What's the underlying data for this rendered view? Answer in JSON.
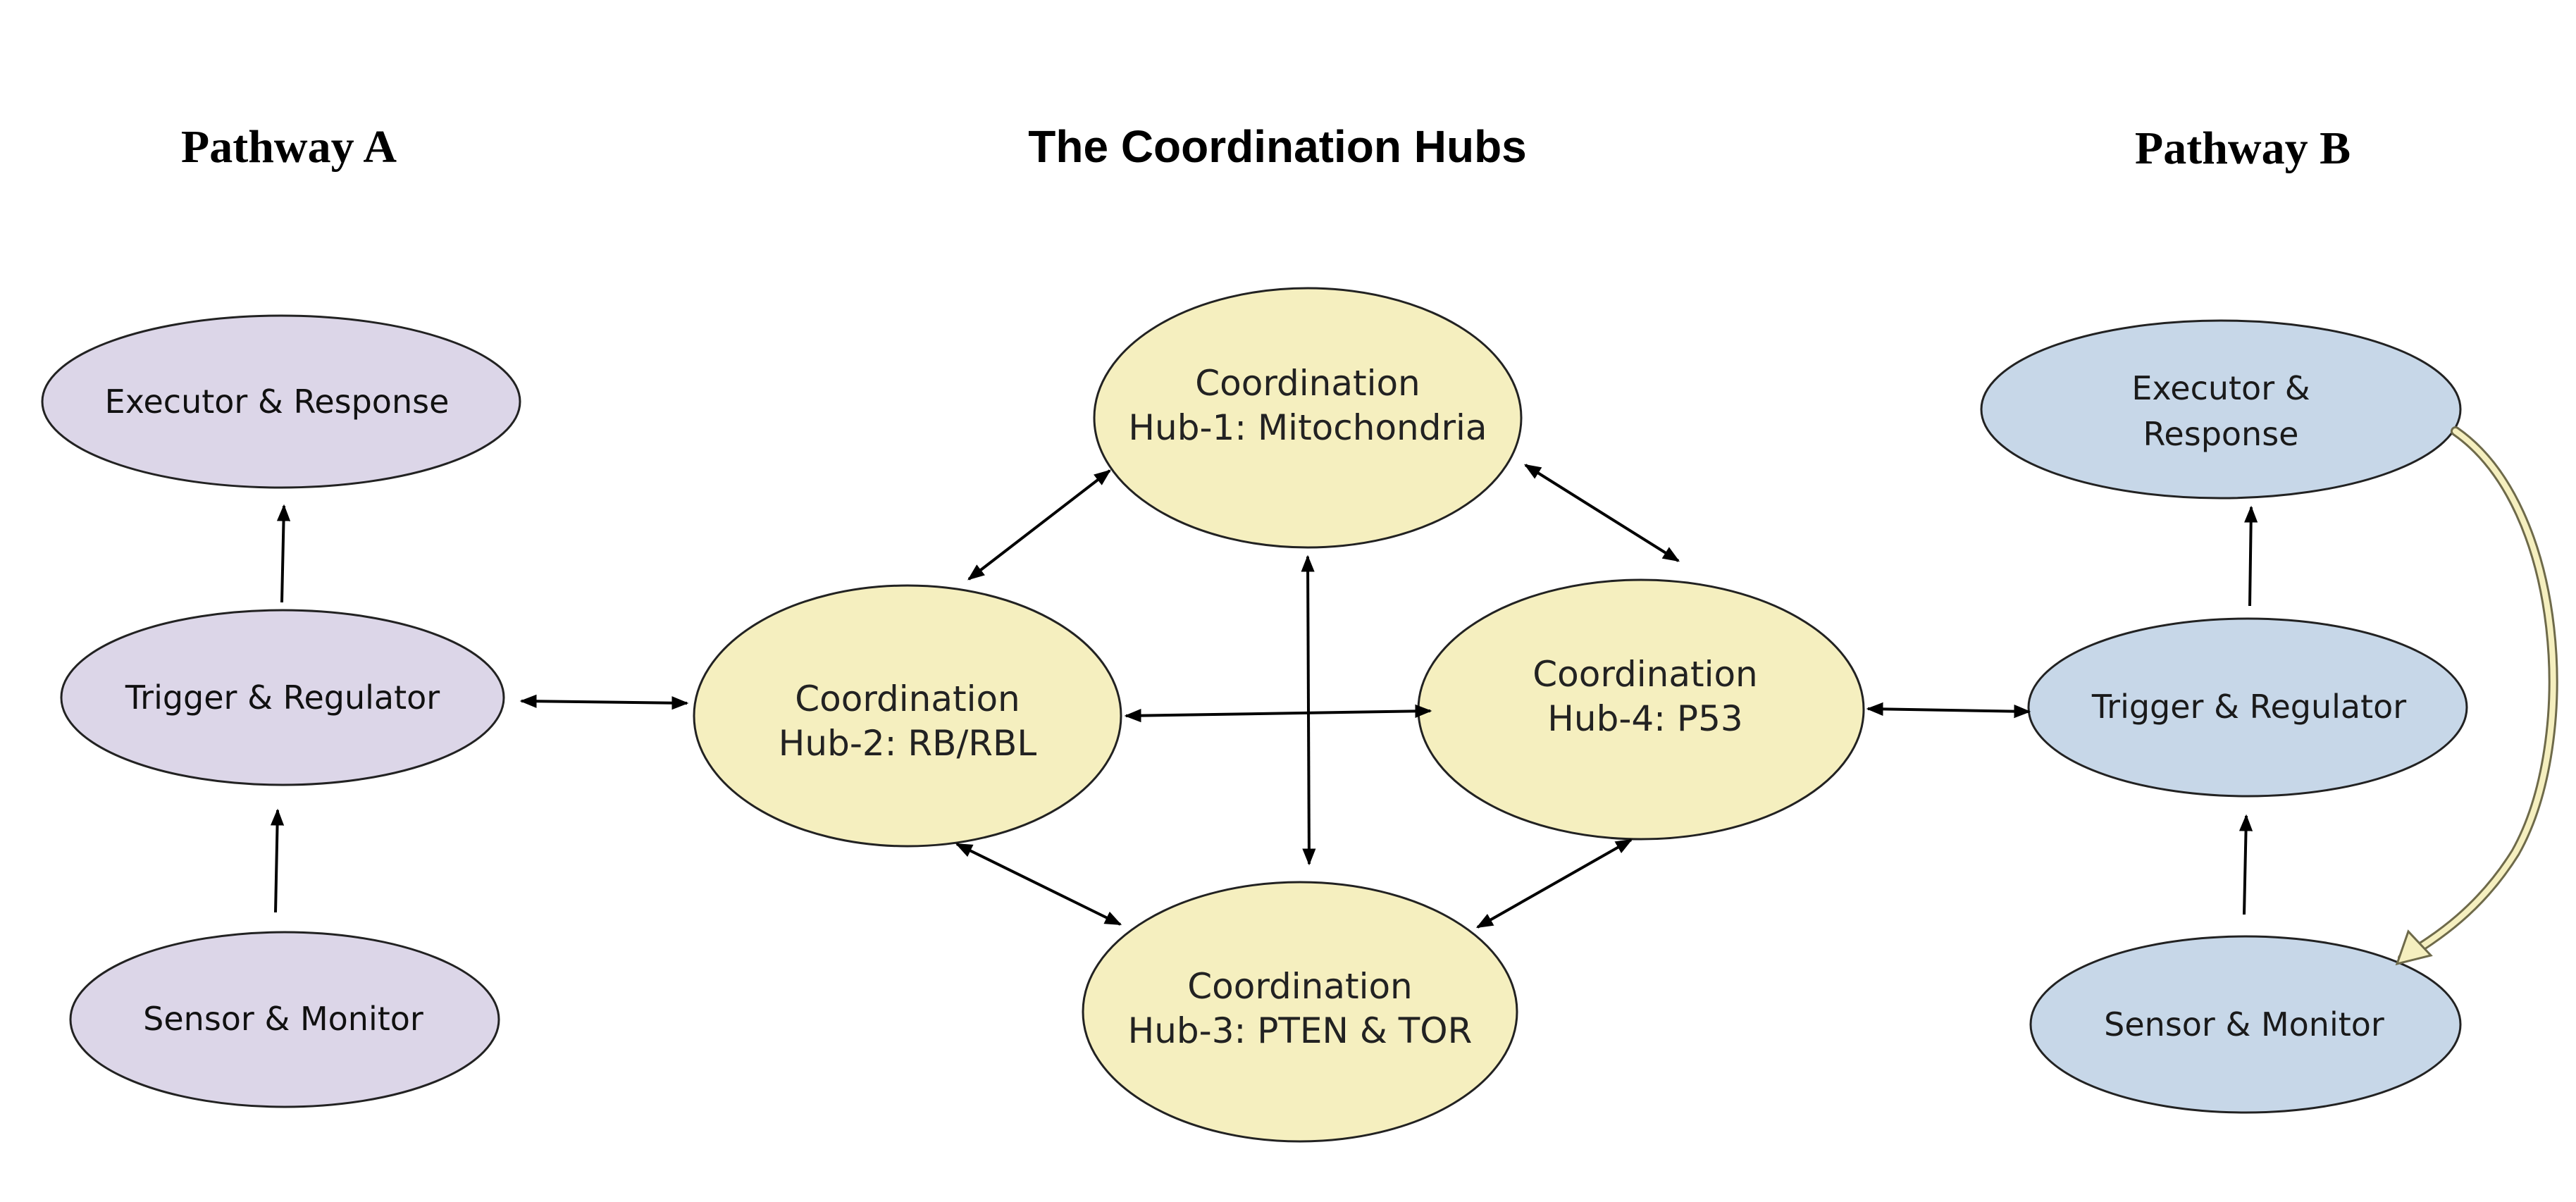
{
  "headings": {
    "pathway_a": "Pathway A",
    "hubs": "The Coordination Hubs",
    "pathway_b": "Pathway B"
  },
  "colors": {
    "pathway_a_fill": "#dcd6e8",
    "hub_fill": "#f5efbf",
    "pathway_b_fill": "#c7d7e8",
    "feedback_arrow": "#f5efbf"
  },
  "pathway_a": {
    "executor": "Executor & Response",
    "trigger": "Trigger & Regulator",
    "sensor": "Sensor & Monitor"
  },
  "hubs": {
    "hub1": {
      "line1": "Coordination",
      "line2": "Hub-1: Mitochondria"
    },
    "hub2": {
      "line1": "Coordination",
      "line2": "Hub-2: RB/RBL"
    },
    "hub3": {
      "line1": "Coordination",
      "line2": "Hub-3: PTEN & TOR"
    },
    "hub4": {
      "line1": "Coordination",
      "line2": "Hub-4: P53"
    }
  },
  "pathway_b": {
    "executor": {
      "line1": "Executor &",
      "line2": "Response"
    },
    "trigger": "Trigger & Regulator",
    "sensor": "Sensor & Monitor"
  }
}
